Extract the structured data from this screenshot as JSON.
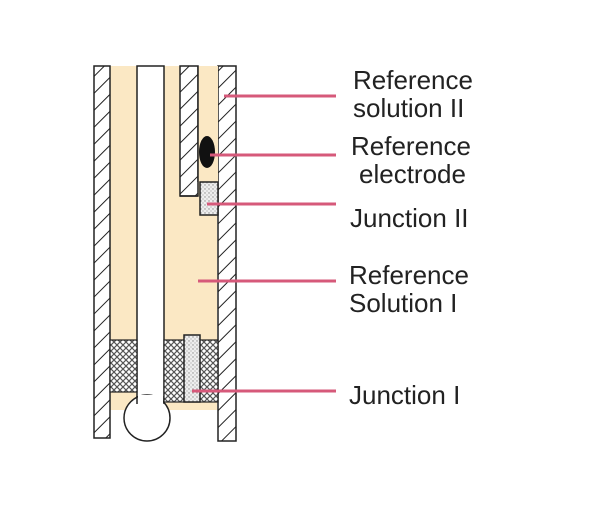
{
  "labels": {
    "ref_solution_2_line1": "Reference",
    "ref_solution_2_line2": "solution II",
    "ref_electrode_line1": "Reference",
    "ref_electrode_line2": "electrode",
    "junction_2": "Junction II",
    "ref_solution_1_line1": "Reference",
    "ref_solution_1_line2": "Solution I",
    "junction_1": "Junction I"
  },
  "colors": {
    "solution_fill": "#fbe8c4",
    "leader_line": "#d6597a",
    "outline": "#222222",
    "electrode": "#111111",
    "mesh": "#555555",
    "junction_fill": "#dcdcdc"
  }
}
